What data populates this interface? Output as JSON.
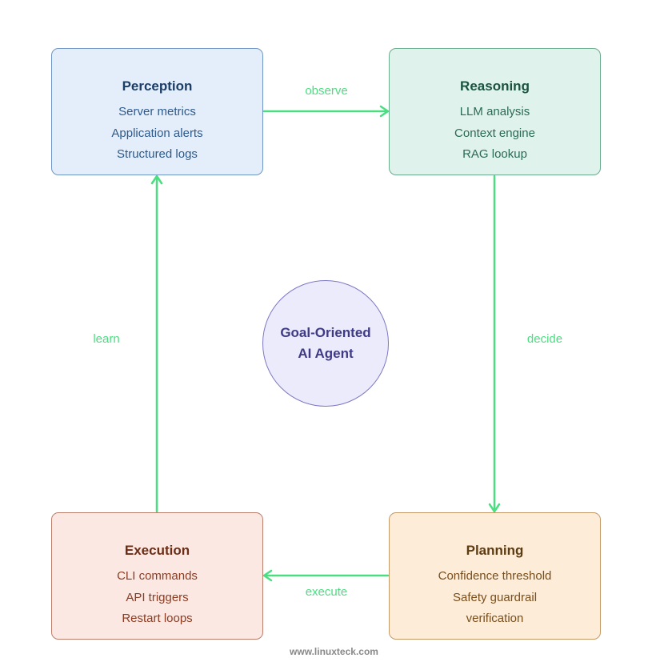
{
  "nodes": {
    "perception": {
      "title": "Perception",
      "items": [
        "Server metrics",
        "Application alerts",
        "Structured logs"
      ]
    },
    "reasoning": {
      "title": "Reasoning",
      "items": [
        "LLM analysis",
        "Context engine",
        "RAG lookup"
      ]
    },
    "planning": {
      "title": "Planning",
      "items": [
        "Confidence threshold",
        "Safety guardrail",
        "verification"
      ]
    },
    "execution": {
      "title": "Execution",
      "items": [
        "CLI commands",
        "API triggers",
        "Restart loops"
      ]
    }
  },
  "center": {
    "line1": "Goal-Oriented",
    "line2": "AI Agent"
  },
  "edges": {
    "observe": "observe",
    "decide": "decide",
    "execute": "execute",
    "learn": "learn"
  },
  "colors": {
    "arrow": "#4ade80"
  },
  "footer": "www.linuxteck.com"
}
